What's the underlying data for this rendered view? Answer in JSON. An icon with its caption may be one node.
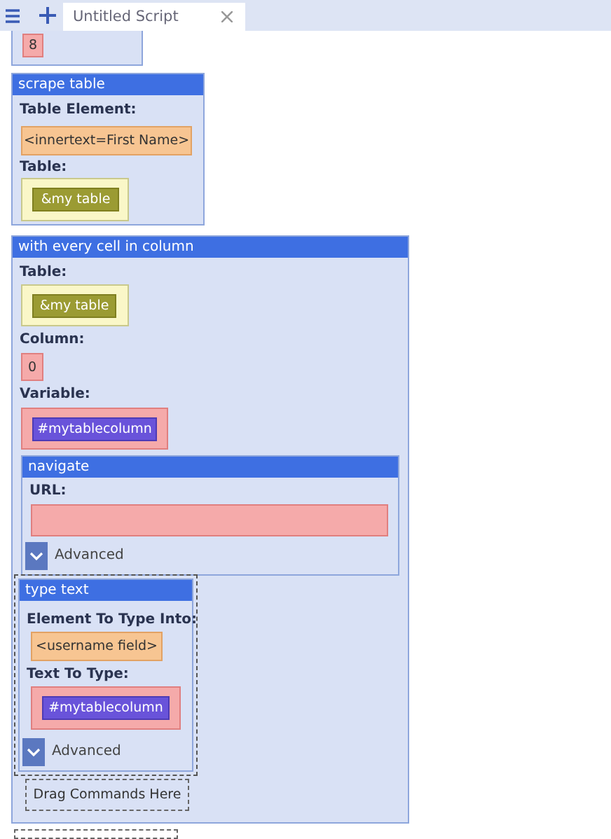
{
  "diagram": {
    "nodes": [
      {
        "text": [],
        "shape": "box"
      },
      {
        "text": [
          "8"
        ],
        "in": 0
      },
      {
        "text": [
          "scrape table",
          "Table Element:",
          "Table:"
        ]
      },
      {
        "text": [
          "<innertext=First Name>"
        ],
        "in": 2
      },
      {
        "text": [],
        "shape": "box",
        "in": 2
      },
      {
        "text": [
          "&my table"
        ],
        "in": 4
      },
      {
        "text": [
          "with every cell in column",
          "Table:",
          "Column:",
          "Variable:"
        ]
      },
      {
        "text": [],
        "shape": "box",
        "in": 6
      },
      {
        "text": [
          "&my table"
        ],
        "in": 7
      },
      {
        "text": [
          "0"
        ],
        "in": 6
      },
      {
        "text": [],
        "shape": "box",
        "in": 6
      },
      {
        "text": [
          "#mytablecolumn"
        ],
        "in": 10
      },
      {
        "text": [
          "navigate",
          "URL:",
          "Advanced"
        ],
        "in": 6
      },
      {
        "text": [],
        "shape": "box",
        "in": 12
      },
      {
        "text": [
          "type text",
          "Element To Type Into:",
          "Text To Type:",
          "Advanced"
        ],
        "in": 6
      },
      {
        "text": [
          "<username field>"
        ],
        "in": 14
      },
      {
        "text": [],
        "shape": "box",
        "in": 14
      },
      {
        "text": [
          "#mytablecolumn"
        ],
        "in": 16
      },
      {
        "text": [
          "Drag Commands Here"
        ],
        "in": 6
      },
      {
        "text": [],
        "shape": "box"
      }
    ],
    "edges": [],
    "labels": [
      "Untitled Script"
    ]
  }
}
